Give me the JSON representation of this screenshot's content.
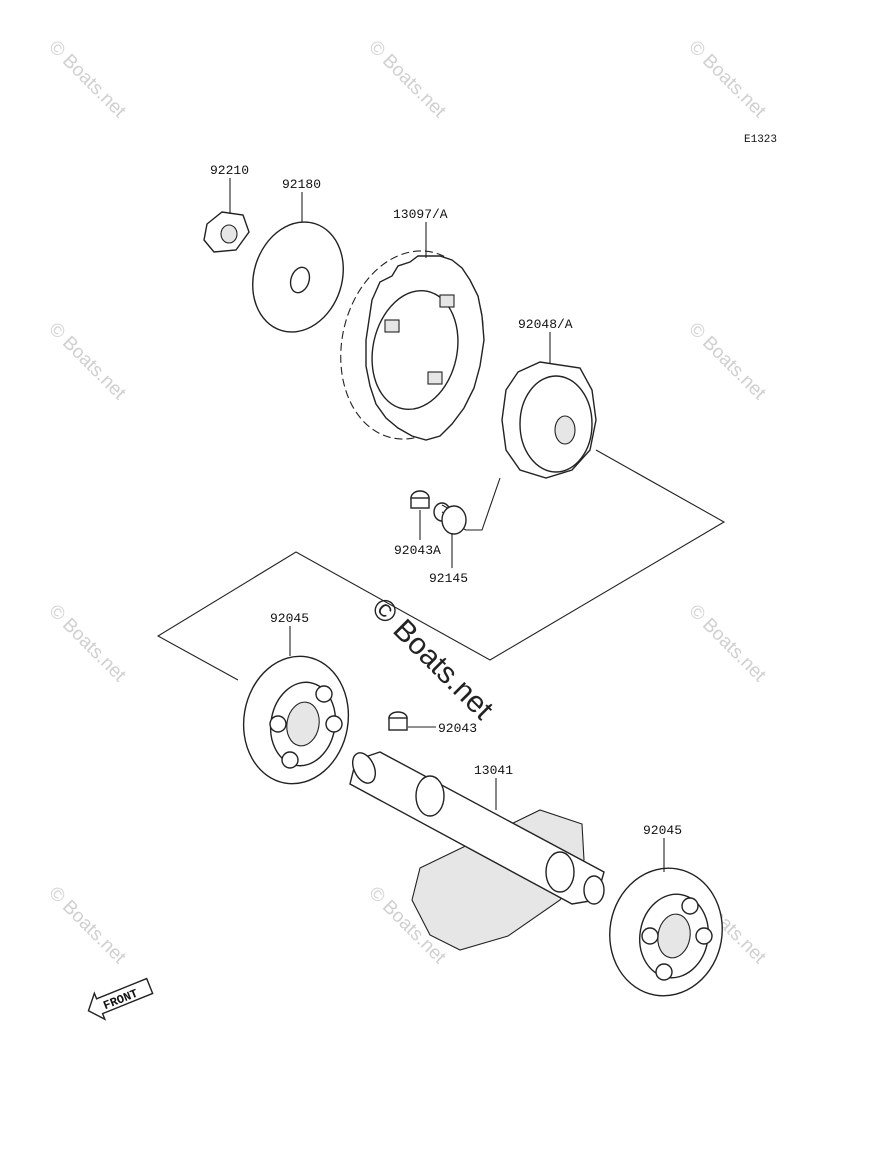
{
  "diagram_code": "E1323",
  "watermark": {
    "small": "© Boats.net",
    "large": "© Boats.net"
  },
  "labels": {
    "p92210": "92210",
    "p92180": "92180",
    "p13097A": "13097/A",
    "p92048A": "92048/A",
    "p92043A": "92043A",
    "p92145": "92145",
    "p92045_top": "92045",
    "p92043": "92043",
    "p13041": "13041",
    "p92045_bottom": "92045"
  },
  "front_indicator": "FRONT"
}
